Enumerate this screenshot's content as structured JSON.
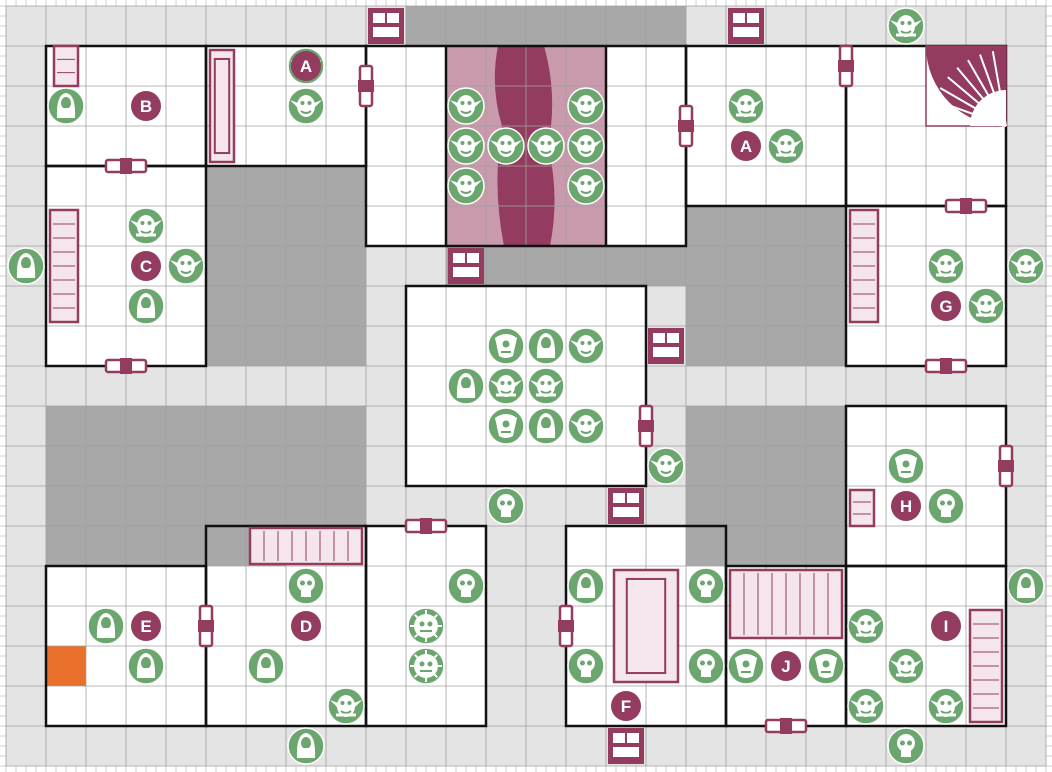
{
  "board": {
    "colors": {
      "corridor": "#e4e4e4",
      "room_floor": "#ffffff",
      "blocked": "#a8a8a8",
      "wall": "#111111",
      "grid": "#a0a0a0",
      "token": "#6aa66e",
      "label": "#933c5f",
      "furniture": "#933c5f",
      "stairs_tint": "#c89aac",
      "highlight": "#e8702a"
    },
    "room_labels": [
      {
        "id": "B",
        "text": "B"
      },
      {
        "id": "A1",
        "text": "A"
      },
      {
        "id": "A2",
        "text": "A"
      },
      {
        "id": "C",
        "text": "C"
      },
      {
        "id": "G",
        "text": "G"
      },
      {
        "id": "H",
        "text": "H"
      },
      {
        "id": "E",
        "text": "E"
      },
      {
        "id": "D",
        "text": "D"
      },
      {
        "id": "F",
        "text": "F"
      },
      {
        "id": "J",
        "text": "J"
      },
      {
        "id": "I",
        "text": "I"
      }
    ],
    "monster_types": [
      "goblin",
      "orc",
      "skeleton",
      "zombie",
      "mummy",
      "fimir",
      "chaos-warrior",
      "gargoyle",
      "dread-warrior",
      "chaos-sorcerer"
    ]
  }
}
